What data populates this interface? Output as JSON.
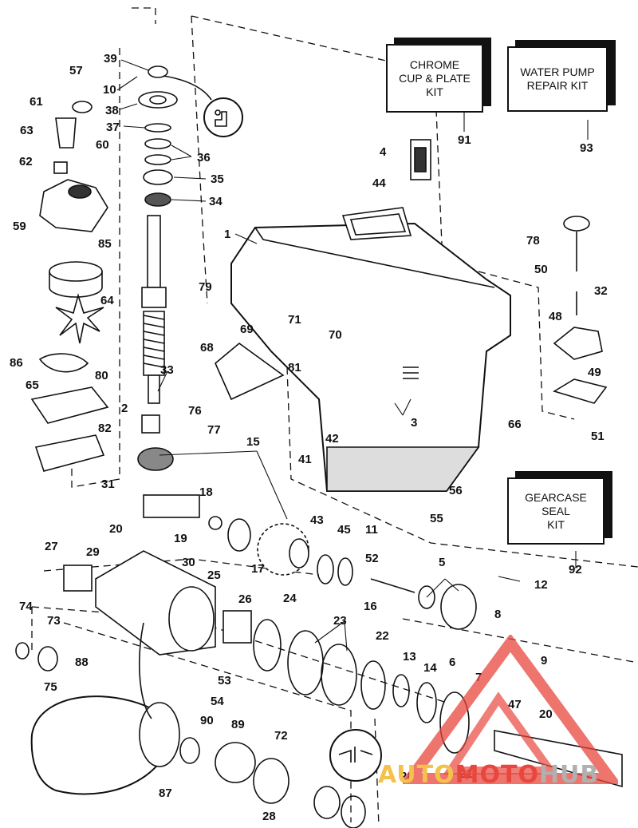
{
  "kits": [
    {
      "id": "chrome-cup-plate-kit",
      "lines": [
        "CHROME",
        "CUP & PLATE",
        "KIT"
      ],
      "number": "91"
    },
    {
      "id": "water-pump-repair-kit",
      "lines": [
        "WATER PUMP",
        "REPAIR KIT"
      ],
      "number": "93"
    },
    {
      "id": "gearcase-seal-kit",
      "lines": [
        "GEARCASE",
        "SEAL",
        "KIT"
      ],
      "number": "92"
    }
  ],
  "part_numbers": [
    "39",
    "57",
    "10",
    "61",
    "38",
    "37",
    "63",
    "36",
    "60",
    "62",
    "35",
    "34",
    "59",
    "4",
    "44",
    "85",
    "1",
    "78",
    "64",
    "50",
    "79",
    "32",
    "69",
    "71",
    "70",
    "48",
    "86",
    "68",
    "33",
    "65",
    "80",
    "81",
    "49",
    "76",
    "2",
    "3",
    "77",
    "82",
    "66",
    "51",
    "15",
    "42",
    "41",
    "31",
    "18",
    "56",
    "55",
    "20",
    "43",
    "45",
    "11",
    "19",
    "27",
    "29",
    "30",
    "17",
    "52",
    "5",
    "12",
    "25",
    "74",
    "26",
    "24",
    "16",
    "73",
    "8",
    "23",
    "22",
    "6",
    "9",
    "88",
    "13",
    "14",
    "7",
    "53",
    "75",
    "54",
    "47",
    "90",
    "89",
    "20",
    "72",
    "28",
    "21",
    "87",
    "28"
  ],
  "watermark": {
    "part1": "AUTO",
    "part2": "MOTO",
    "part3": "HUB"
  },
  "colors": {
    "line": "#111111",
    "watermark_red": "#e8473e",
    "watermark_yellow": "#f4c24a",
    "watermark_gray": "#b0b0b0"
  }
}
